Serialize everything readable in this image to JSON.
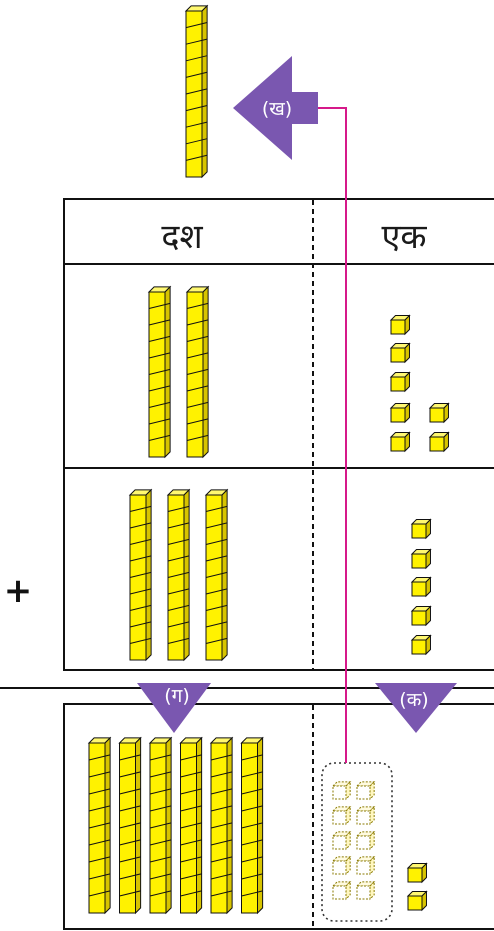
{
  "headers": {
    "tens": "दश",
    "ones": "एक"
  },
  "plus_sign": "+",
  "arrows": {
    "k": "(क)",
    "kh": "(ख)",
    "g": "(ग)"
  },
  "rows": [
    {
      "tens": 2,
      "ones": 7
    },
    {
      "tens": 3,
      "ones": 5
    }
  ],
  "result": {
    "tens": 6,
    "ones": 2,
    "regrouped_ones": 10
  },
  "carried_rod_cubes": 10,
  "colors": {
    "cube": "#fff200",
    "cube_top": "#fff870",
    "cube_side": "#d7c400",
    "arrow": "#7a57b0",
    "line": "#d6198a"
  }
}
